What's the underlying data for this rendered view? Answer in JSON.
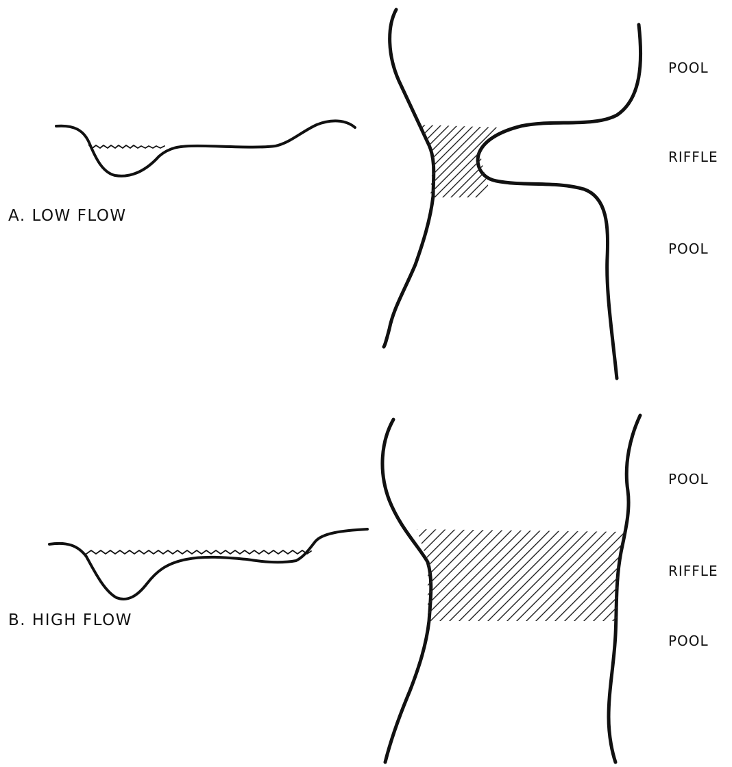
{
  "panels": [
    {
      "label": "A. LOW FLOW",
      "zone_labels": {
        "upper": "POOL",
        "middle": "RIFFLE",
        "lower": "POOL"
      }
    },
    {
      "label": "B. HIGH FLOW",
      "zone_labels": {
        "upper": "POOL",
        "middle": "RIFFLE",
        "lower": "POOL"
      }
    }
  ],
  "colors": {
    "ink": "#111111",
    "paper": "#ffffff"
  }
}
